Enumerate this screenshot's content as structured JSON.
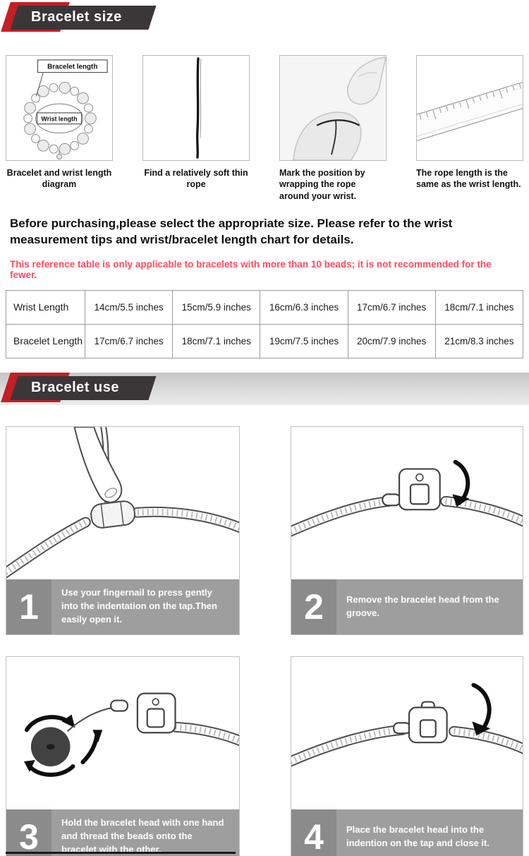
{
  "colors": {
    "banner_red": "#c41f24",
    "banner_dark": "#3b3738",
    "notice_pink": "#ff4a60",
    "step_bar_gray": "#969696",
    "step_number_gray": "#8b8b8b"
  },
  "section_size": {
    "banner": "Bracelet size",
    "diagram_labels": {
      "bracelet_length": "Bracelet length",
      "wrist_length": "Wrist length"
    },
    "figures": [
      {
        "icon": "bracelet-diagram",
        "caption": "Bracelet and wrist length diagram"
      },
      {
        "icon": "thin-rope",
        "caption": "Find a relatively soft thin rope"
      },
      {
        "icon": "wrap-wrist-photo",
        "caption": "Mark the position by wrapping the rope around your wrist."
      },
      {
        "icon": "ruler-photo",
        "caption": "The rope length is the same as the wrist length."
      }
    ],
    "intro": "Before purchasing,please select the appropriate size. Please refer to the wrist measurement tips and wrist/bracelet length chart for details.",
    "notice": "This reference table is only applicable to bracelets with more than 10 beads; it is not recommended for the fewer.",
    "table": {
      "rows": [
        {
          "label": "Wrist Length",
          "cells": [
            "14cm/5.5 inches",
            "15cm/5.9 inches",
            "16cm/6.3 inches",
            "17cm/6.7 inches",
            "18cm/7.1 inches"
          ]
        },
        {
          "label": "Bracelet Length",
          "cells": [
            "17cm/6.7 inches",
            "18cm/7.1 inches",
            "19cm/7.5 inches",
            "20cm/7.9 inches",
            "21cm/8.3 inches"
          ]
        }
      ]
    }
  },
  "section_use": {
    "banner": "Bracelet use",
    "steps": [
      {
        "number": "1",
        "text": "Use your fingernail to press gently into the indentation on the tap.Then easily open it."
      },
      {
        "number": "2",
        "text": "Remove the bracelet head from the groove."
      },
      {
        "number": "3",
        "text": "Hold the bracelet head with one hand and thread the beads onto the bracelet with the other."
      },
      {
        "number": "4",
        "text": "Place the bracelet head into the indention on the tap and close it."
      }
    ]
  }
}
